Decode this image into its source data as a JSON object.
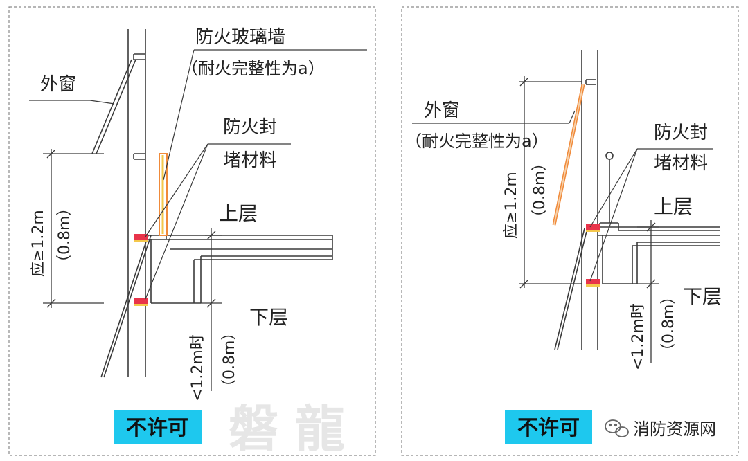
{
  "left_panel": {
    "fire_glass_wall": "防火玻璃墙",
    "fire_glass_wall_note": "（耐火完整性为a）",
    "outer_window": "外窗",
    "sealing_material_1": "防火封",
    "sealing_material_2": "堵材料",
    "upper_floor": "上层",
    "lower_floor": "下层",
    "dim_vertical_main": "应≥1.2m",
    "dim_vertical_alt": "（0.8m）",
    "dim_lower_main": "<1.2m时",
    "dim_lower_alt": "（0.8m）",
    "badge": "不许可",
    "watermark": "磐龍"
  },
  "right_panel": {
    "outer_window": "外窗",
    "outer_window_note": "（耐火完整性为a）",
    "sealing_material_1": "防火封",
    "sealing_material_2": "堵材料",
    "upper_floor": "上层",
    "lower_floor": "下层",
    "dim_vertical_main": "应≥1.2m",
    "dim_vertical_alt": "（0.8m）",
    "dim_lower_main": "<1.2m时",
    "dim_lower_alt": "（0.8m）",
    "badge": "不许可",
    "brand": "消防资源网"
  },
  "colors": {
    "line": "#3a3a3a",
    "seal_red": "#e8344a",
    "seal_yellow": "#f4c84c",
    "glass_orange": "#f08a3a",
    "badge_bg": "#1ec8ee",
    "border_dash": "#8a8a8a",
    "watermark": "#e6e6e6"
  }
}
